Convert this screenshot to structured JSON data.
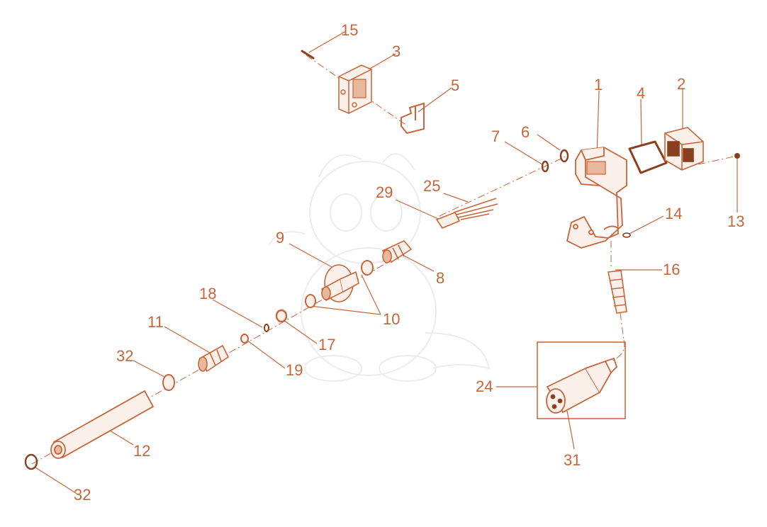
{
  "colors": {
    "ink": "#c7653a",
    "fill": "#fbf1ea",
    "shade": "#e8b89c",
    "dark": "#8a3f1e",
    "watermark": "#ececec"
  },
  "callouts": {
    "c1": "1",
    "c2": "2",
    "c3": "3",
    "c4": "4",
    "c5": "5",
    "c6": "6",
    "c7": "7",
    "c8": "8",
    "c9": "9",
    "c10": "10",
    "c11": "11",
    "c12": "12",
    "c13": "13",
    "c14": "14",
    "c15": "15",
    "c16": "16",
    "c17": "17",
    "c18": "18",
    "c19": "19",
    "c24": "24",
    "c25": "25",
    "c29": "29",
    "c31": "31",
    "c32a": "32",
    "c32b": "32"
  }
}
